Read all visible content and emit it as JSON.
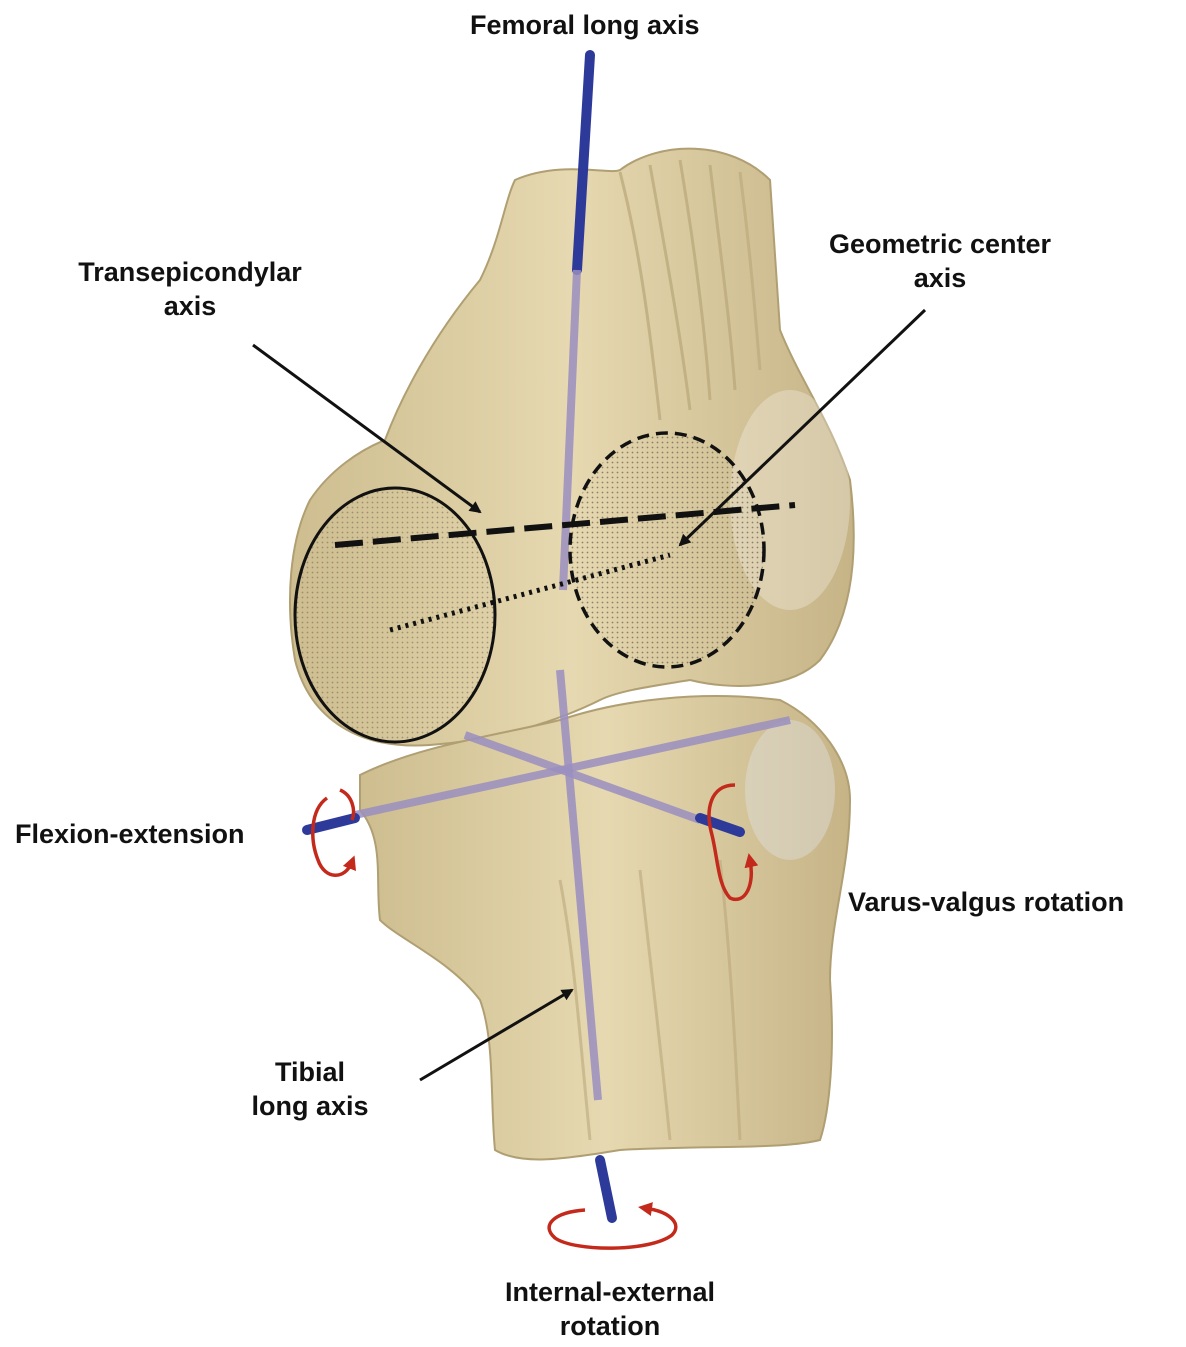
{
  "labels": {
    "femoral_long_axis": "Femoral long axis",
    "transepicondylar": [
      "Transepicondylar",
      "axis"
    ],
    "geometric_center": [
      "Geometric center",
      "axis"
    ],
    "flexion_extension": "Flexion-extension",
    "varus_valgus": "Varus-valgus rotation",
    "tibial_long_axis": [
      "Tibial",
      "long axis"
    ],
    "internal_external": [
      "Internal-external",
      "rotation"
    ]
  },
  "colors": {
    "bone": "#dccda2",
    "bone_shadow": "#b8a77a",
    "axis_blue": "#2e3a9a",
    "axis_purple": "#9a8fc0",
    "rotation_red": "#c42a1c",
    "arrow": "#111111"
  }
}
